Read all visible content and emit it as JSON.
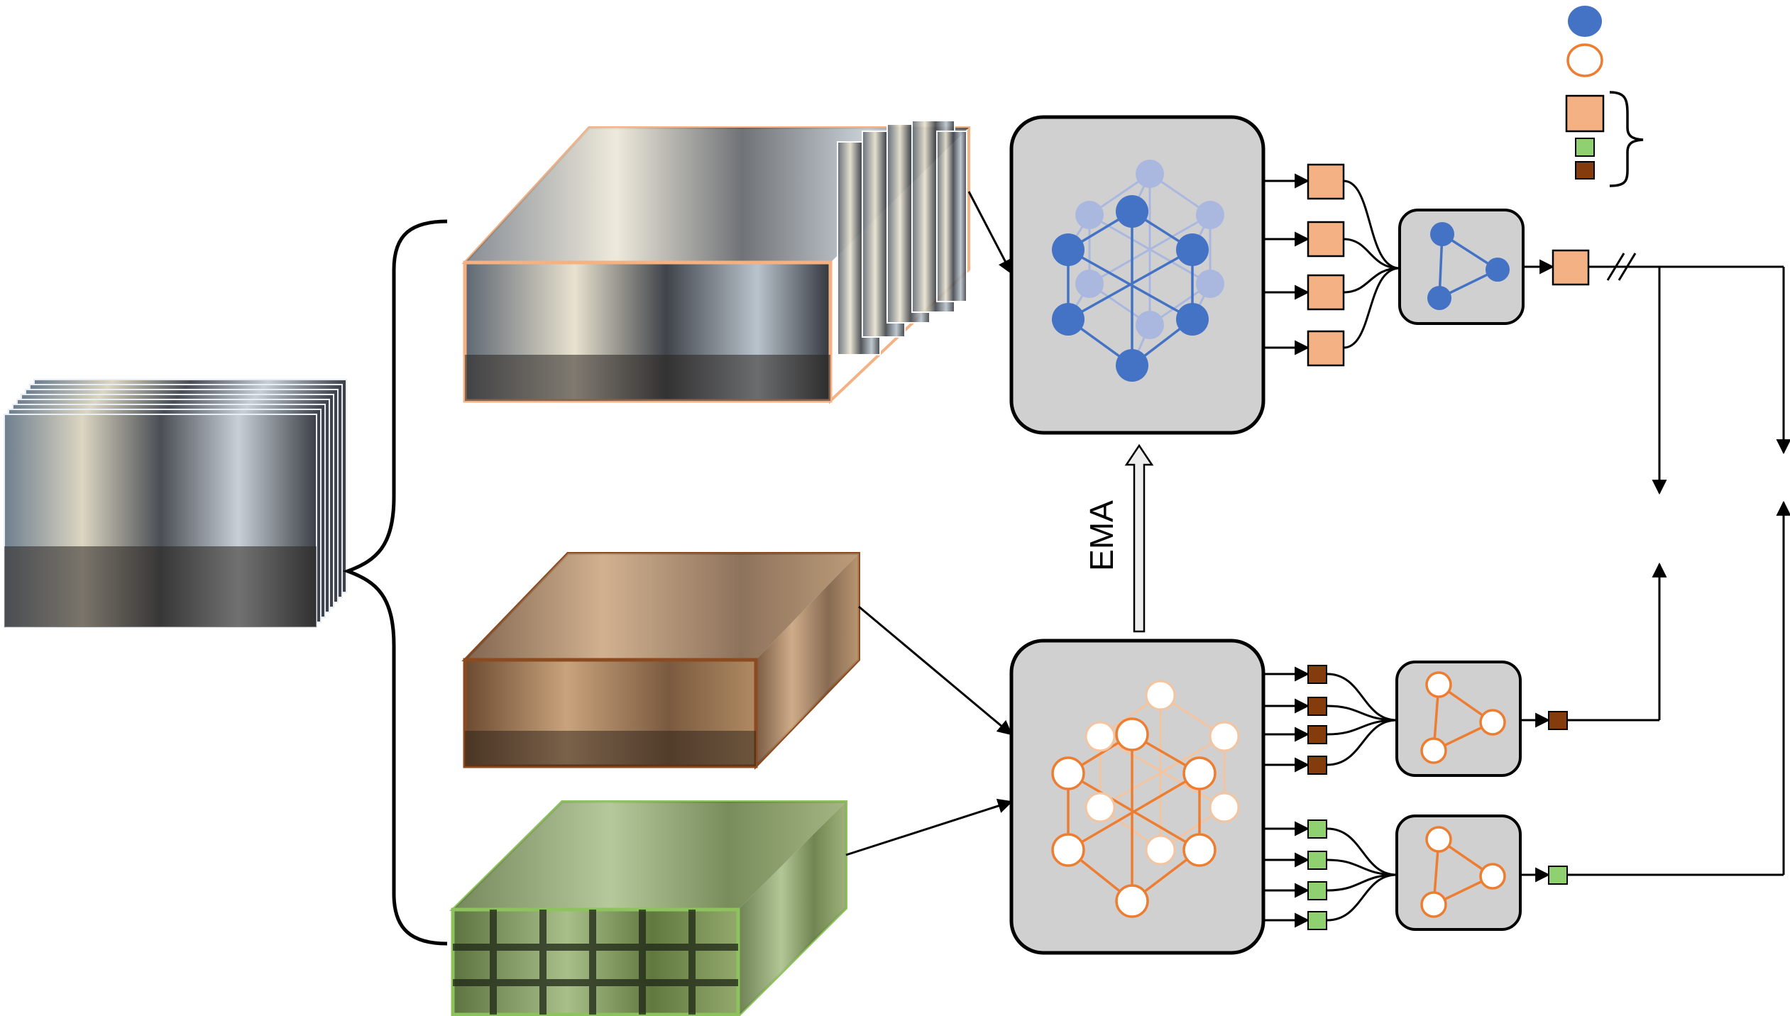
{
  "labels": {
    "ema": "EMA"
  },
  "colors": {
    "teacher_blue": "#4472c4",
    "student_orange": "#ed7d31",
    "token_peach": "#f4b183",
    "token_green": "#8fd071",
    "token_brown": "#843c0c",
    "frame_brown": "#8b4a1f",
    "frame_green": "#8cc35c",
    "encoder_gray": "#d0d0d0",
    "stroke": "#000000"
  },
  "icons": {
    "input_video": "video-frame-stack",
    "global_views": "stacked-video-clips-peach",
    "local_views": "stacked-video-clips-brown",
    "masked_views": "masked-video-clips-green",
    "encoder_graph": "cube-graph",
    "pooling_graph": "triangle-graph",
    "legend_filled": "filled-circle",
    "legend_hollow": "hollow-circle",
    "legend_brace": "right-brace"
  }
}
